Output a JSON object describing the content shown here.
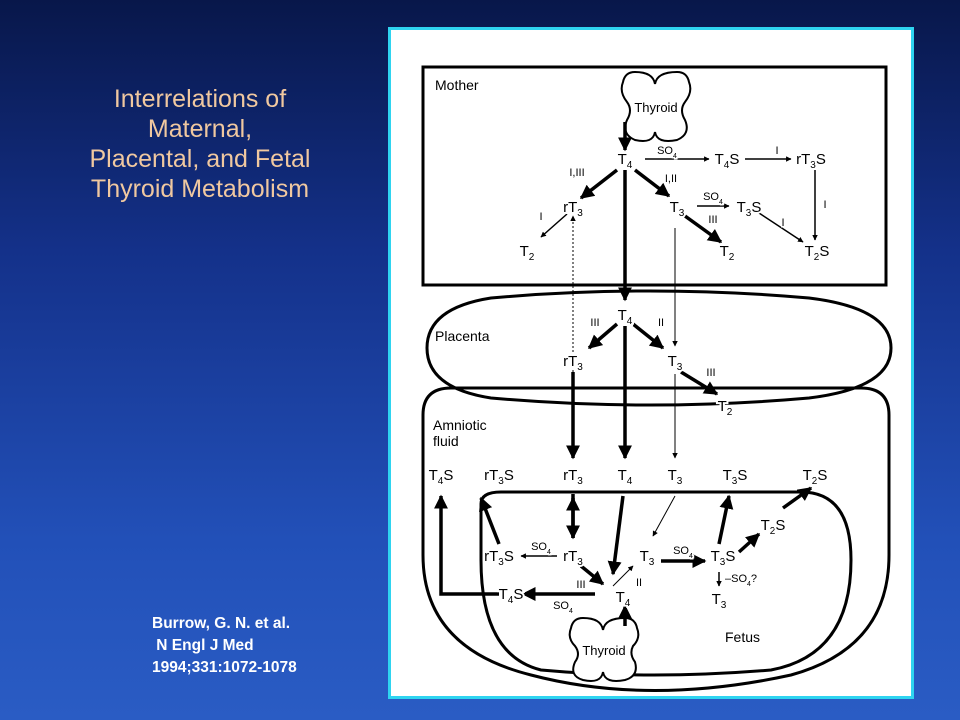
{
  "slide": {
    "title": "Interrelations of\nMaternal,\n Placental, and Fetal\nThyroid Metabolism",
    "citation": "Burrow, G. N. et al.\n N Engl J Med\n1994;331:1072-1078"
  },
  "colors": {
    "background": "#1a3d9e",
    "title": "#f0c8a0",
    "panel_border": "#2fd4f0",
    "citation": "#ffffff"
  },
  "diagram": {
    "compartments": {
      "mother": "Mother",
      "placenta": "Placenta",
      "amniotic_line1": "Amniotic",
      "amniotic_line2": "fluid",
      "fetus": "Fetus"
    },
    "thyroid_label": "Thyroid",
    "mother_nodes": {
      "t4": [
        "T",
        "4"
      ],
      "t4s": [
        "T",
        "4",
        "S"
      ],
      "rt3s": [
        "rT",
        "3",
        "S"
      ],
      "rt3": [
        "rT",
        "3"
      ],
      "t3": [
        "T",
        "3"
      ],
      "t3s": [
        "T",
        "3",
        "S"
      ],
      "t2_left": [
        "T",
        "2"
      ],
      "t2_mid": [
        "T",
        "2"
      ],
      "t2s": [
        "T",
        "2",
        "S"
      ]
    },
    "mother_labels": {
      "so4_top": [
        "SO",
        "4"
      ],
      "i_top": "I",
      "deiod_left": "I,III",
      "deiod_right": "I,II",
      "so4_mid": [
        "SO",
        "4"
      ],
      "iii_mid": "III",
      "i_left": "I",
      "i_diag": "I",
      "i_right": "I"
    },
    "placenta_nodes": {
      "t4": [
        "T",
        "4"
      ],
      "rt3": [
        "rT",
        "3"
      ],
      "t3": [
        "T",
        "3"
      ],
      "t2": [
        "T",
        "2"
      ]
    },
    "placenta_labels": {
      "iii_left": "III",
      "ii_right": "II",
      "iii_down": "III"
    },
    "amniotic_nodes": {
      "t4s": [
        "T",
        "4",
        "S"
      ],
      "rt3s": [
        "rT",
        "3",
        "S"
      ],
      "rt3": [
        "rT",
        "3"
      ],
      "t4": [
        "T",
        "4"
      ],
      "t3": [
        "T",
        "3"
      ],
      "t3s": [
        "T",
        "3",
        "S"
      ],
      "t2s": [
        "T",
        "2",
        "S"
      ]
    },
    "fetus_nodes": {
      "rt3s": [
        "rT",
        "3",
        "S"
      ],
      "rt3": [
        "rT",
        "3"
      ],
      "t3": [
        "T",
        "3"
      ],
      "t3s": [
        "T",
        "3",
        "S"
      ],
      "t2s": [
        "T",
        "2",
        "S"
      ],
      "t4": [
        "T",
        "4"
      ],
      "t4s": [
        "T",
        "4",
        "S"
      ],
      "t3_bottom": [
        "T",
        "3"
      ]
    },
    "fetus_labels": {
      "so4_rt3": [
        "SO",
        "4"
      ],
      "so4_t3": [
        "SO",
        "4"
      ],
      "minus_so4": [
        "–SO",
        "4",
        "?"
      ],
      "iii": "III",
      "ii": "II",
      "so4_t4": [
        "SO",
        "4"
      ]
    }
  }
}
